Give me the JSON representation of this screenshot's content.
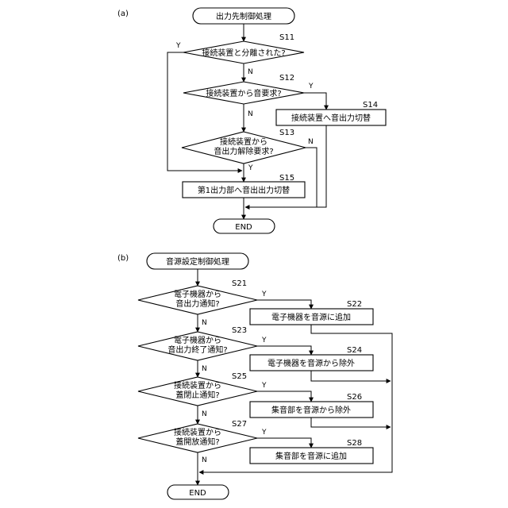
{
  "a": {
    "label": "(a)",
    "start": "出力先制御処理",
    "end": "END",
    "s11": {
      "id": "S11",
      "text": "接続装置と分離された?"
    },
    "s12": {
      "id": "S12",
      "text": "接続装置から音要求?"
    },
    "s13": {
      "id": "S13",
      "line1": "接続装置から",
      "line2": "音出力解除要求?"
    },
    "s14": {
      "id": "S14",
      "text": "接続装置へ音出力切替"
    },
    "s15": {
      "id": "S15",
      "text": "第1出力部へ音出出力切替"
    }
  },
  "b": {
    "label": "(b)",
    "start": "音源設定制御処理",
    "end": "END",
    "s21": {
      "id": "S21",
      "line1": "電子機器から",
      "line2": "音出力通知?"
    },
    "s22": {
      "id": "S22",
      "text": "電子機器を音源に追加"
    },
    "s23": {
      "id": "S23",
      "line1": "電子機器から",
      "line2": "音出力終了通知?"
    },
    "s24": {
      "id": "S24",
      "text": "電子機器を音源から除外"
    },
    "s25": {
      "id": "S25",
      "line1": "接続装置から",
      "line2": "蓋閉止通知?"
    },
    "s26": {
      "id": "S26",
      "text": "集音部を音源から除外"
    },
    "s27": {
      "id": "S27",
      "line1": "接続装置から",
      "line2": "蓋開放通知?"
    },
    "s28": {
      "id": "S28",
      "text": "集音部を音源に追加"
    }
  },
  "branch": {
    "yes": "Y",
    "no": "N"
  }
}
